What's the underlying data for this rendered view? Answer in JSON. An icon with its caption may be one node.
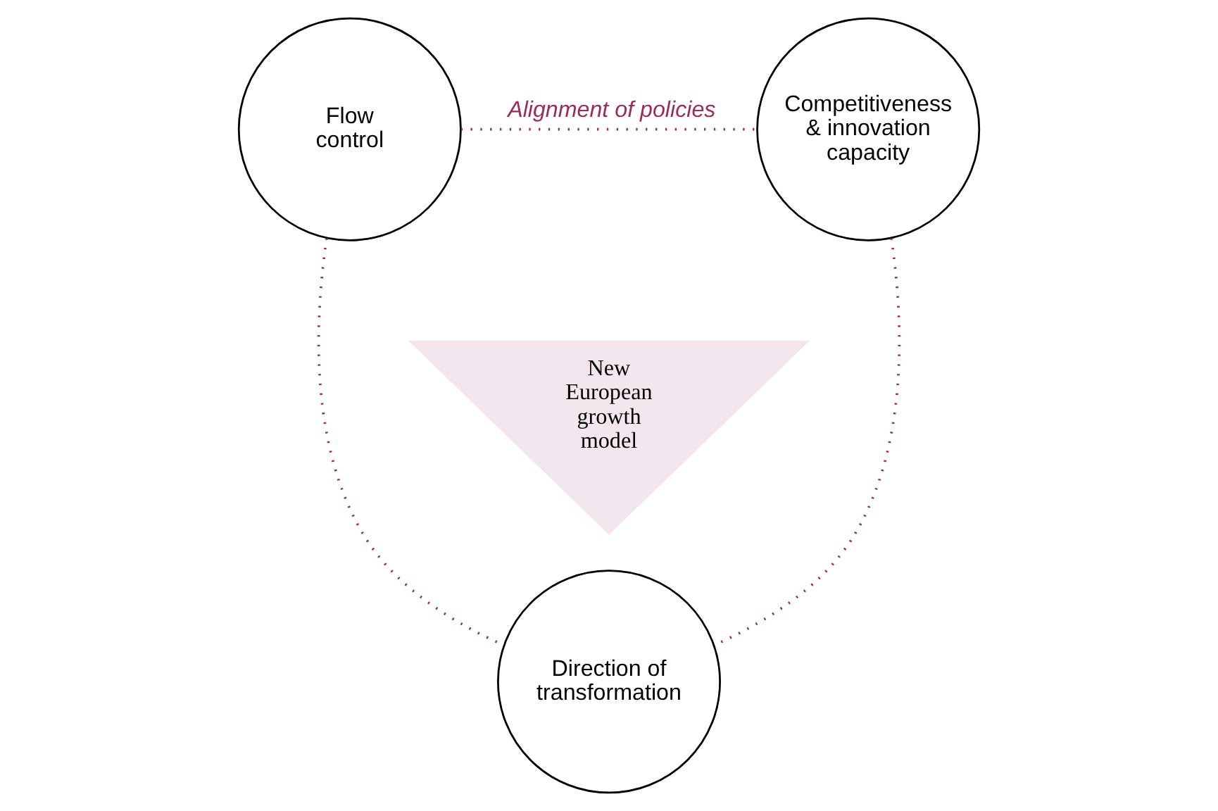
{
  "diagram": {
    "nodes": [
      {
        "text": [
          "Flow control"
        ]
      },
      {
        "text": [
          "Competitiveness & innovation capacity"
        ]
      },
      {
        "text": [
          "Direction of transformation"
        ]
      },
      {
        "text": [
          "New European growth model"
        ]
      }
    ],
    "edges": [
      {
        "from": 0,
        "to": 1,
        "arrow": "none",
        "style": "dashed",
        "label": "Alignment of policies"
      },
      {
        "from": 0,
        "to": 2,
        "arrow": "none",
        "style": "dashed"
      },
      {
        "from": 1,
        "to": 2,
        "arrow": "none",
        "style": "dashed"
      }
    ]
  }
}
